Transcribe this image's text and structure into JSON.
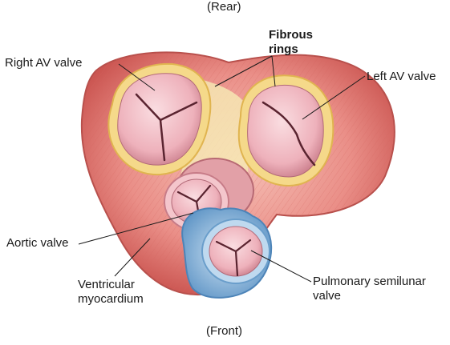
{
  "labels": {
    "rear": "(Rear)",
    "front": "(Front)",
    "fibrous_rings": "Fibrous\nrings",
    "right_av_valve": "Right AV valve",
    "left_av_valve": "Left AV valve",
    "aortic_valve": "Aortic valve",
    "ventricular_myocardium": "Ventricular\nmyocardium",
    "pulmonary_semilunar_valve": "Pulmonary semilunar\nvalve"
  },
  "colors": {
    "muscle": "#e88a86",
    "muscle_dark": "#c4524f",
    "ring_yellow": "#f3d77e",
    "ring_fill": "#f5e3a8",
    "leaflet": "#f0bcc4",
    "leaflet_dark": "#5a2430",
    "ring_pink": "#f4c6cc",
    "pulmonary_blue": "#9fc4e4",
    "pulmonary_blue_dark": "#4d84b8"
  }
}
